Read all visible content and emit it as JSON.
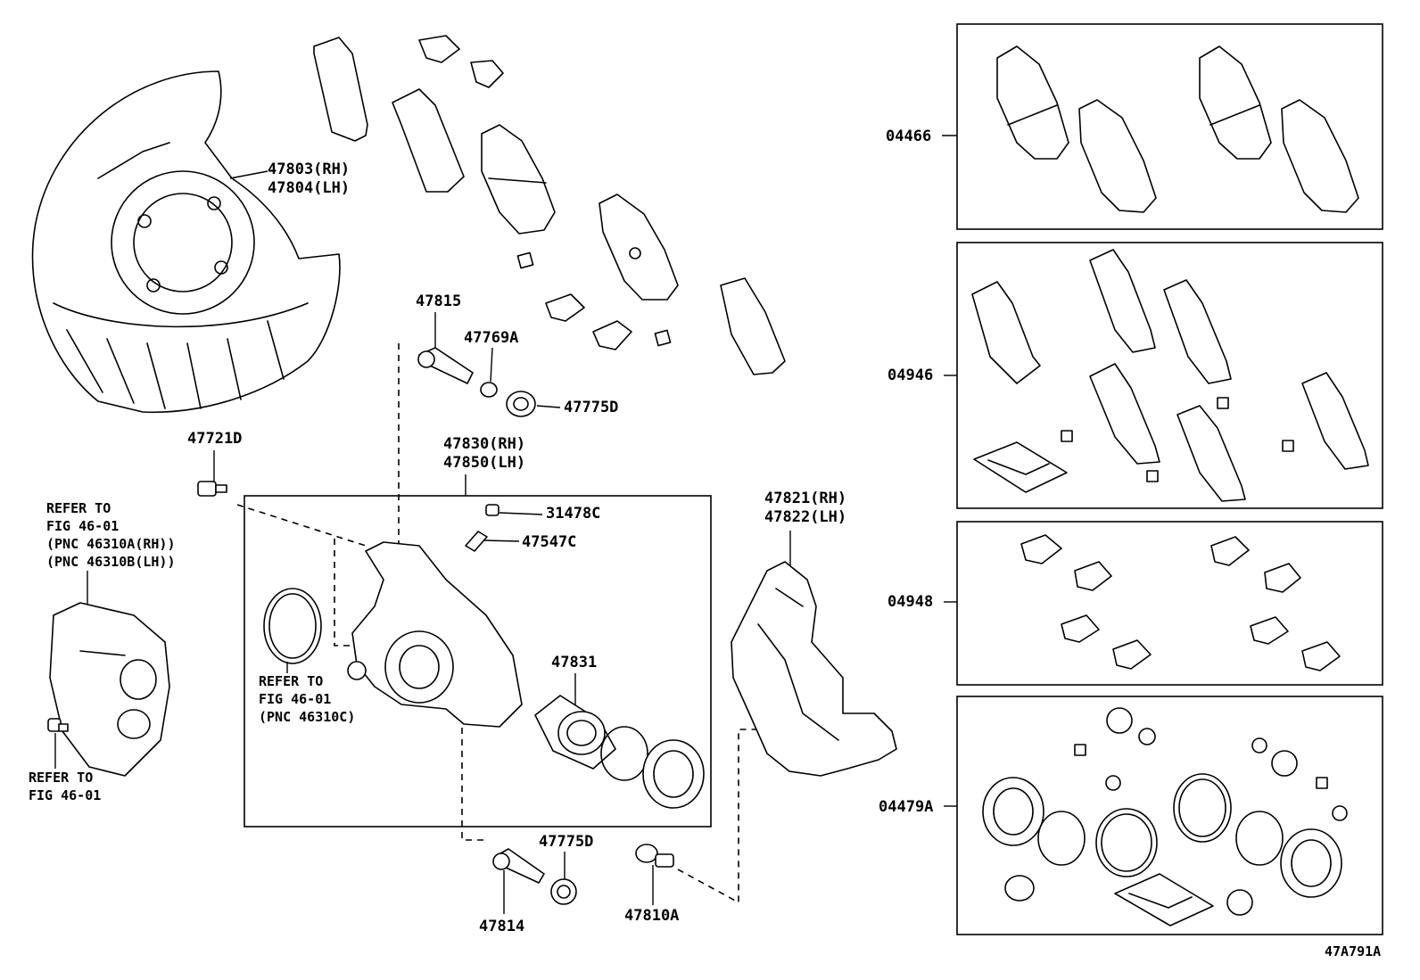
{
  "labels": {
    "p47803": "47803(RH)",
    "p47804": "47804(LH)",
    "p47815": "47815",
    "p47769a": "47769A",
    "p47775d_top": "47775D",
    "p47721d": "47721D",
    "p47830": "47830(RH)",
    "p47850": "47850(LH)",
    "p31478c": "31478C",
    "p47547c": "47547C",
    "p47821": "47821(RH)",
    "p47822": "47822(LH)",
    "p47831": "47831",
    "p47775d_bottom": "47775D",
    "p47814": "47814",
    "p47810a": "47810A",
    "k04466": "04466",
    "k04946": "04946",
    "k04948": "04948",
    "k04479a": "04479A",
    "figure_id": "47A791A"
  },
  "refer_notes": {
    "caliper_assy": [
      "REFER TO",
      "FIG 46-01",
      "(PNC 46310A(RH))",
      "(PNC 46310B(LH))"
    ],
    "cylinder": [
      "REFER TO",
      "FIG 46-01",
      "(PNC 46310C)"
    ],
    "bleeder": [
      "REFER TO",
      "FIG 46-01"
    ]
  }
}
